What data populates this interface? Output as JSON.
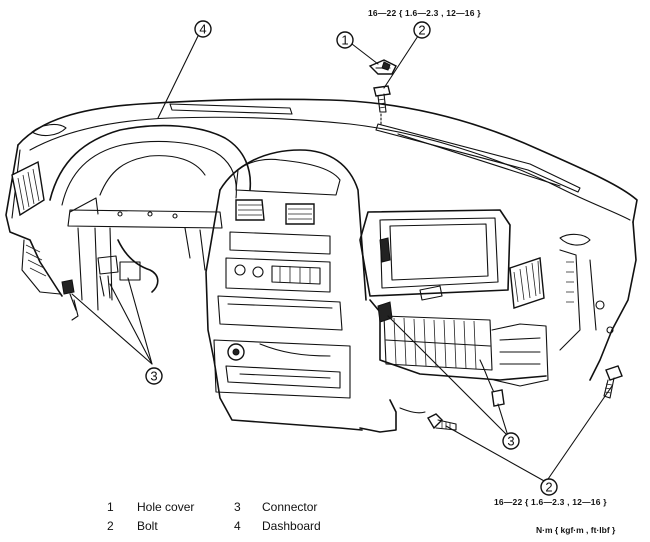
{
  "callouts": {
    "hole_cover": "1",
    "bolt_top": "2",
    "connector_left": "3",
    "dashboard": "4",
    "connector_right": "3",
    "bolt_bottom": "2"
  },
  "torque": {
    "top": "16—22 { 1.6—2.3 , 12—16 }",
    "bottom": "16—22 { 1.6—2.3 , 12—16 }"
  },
  "legend": [
    {
      "num": "1",
      "label": "Hole cover"
    },
    {
      "num": "2",
      "label": "Bolt"
    },
    {
      "num": "3",
      "label": "Connector"
    },
    {
      "num": "4",
      "label": "Dashboard"
    }
  ],
  "units": "N·m { kgf·m , ft·lbf }"
}
